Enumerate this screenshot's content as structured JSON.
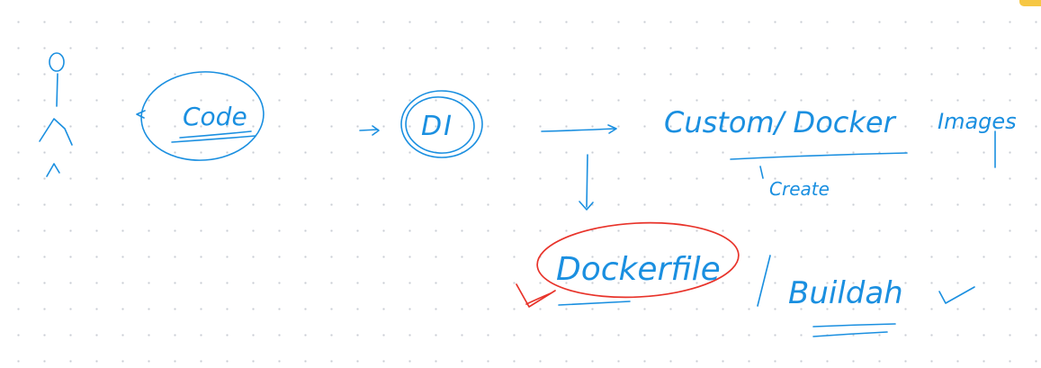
{
  "colors": {
    "ink": "#1a8fe0",
    "highlight": "#e8332a",
    "background": "#ffffff",
    "grid_dot": "#c9cdd4",
    "corner_tab": "#f6c744"
  },
  "labels": {
    "code": "Code",
    "di": "DI",
    "custom_docker": "Custom/ Docker",
    "images": "Images",
    "create": "Create",
    "dockerfile": "Dockerfile",
    "buildah": "Buildah"
  },
  "icons": [
    "stick-figure-icon",
    "checkmark-icon"
  ]
}
